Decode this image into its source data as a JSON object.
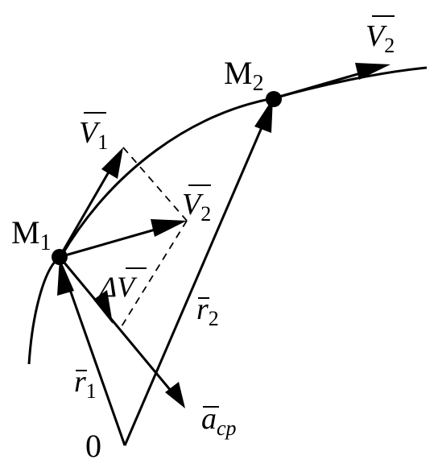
{
  "diagram": {
    "points": {
      "m1": "M",
      "m1_sub": "1",
      "m2": "M",
      "m2_sub": "2",
      "origin": "0"
    },
    "vectors": {
      "v1": "V",
      "v1_sub": "1",
      "v2_top": "V",
      "v2_top_sub": "2",
      "v2_mid": "V",
      "v2_mid_sub": "2",
      "delta_v": "ΔV",
      "r1": "r",
      "r1_sub": "1",
      "r2": "r",
      "r2_sub": "2",
      "a_cp": "a",
      "a_cp_sub": "cp"
    },
    "colors": {
      "ink": "#000000",
      "background": "#ffffff"
    }
  }
}
